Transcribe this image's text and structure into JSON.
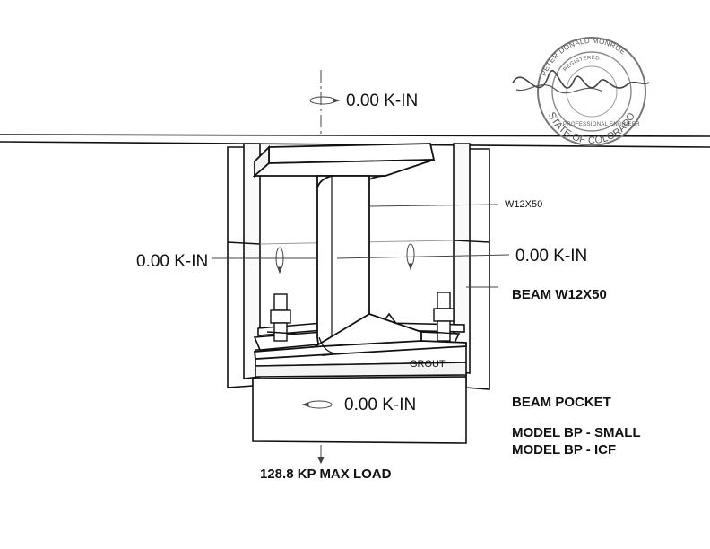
{
  "moments": {
    "top": "0.00 K-IN",
    "left": "0.00 K-IN",
    "right": "0.00 K-IN",
    "bottom": "0.00 K-IN"
  },
  "labels": {
    "beam_callout": "W12X50",
    "grout": "GROUT",
    "beam_title": "BEAM W12X50",
    "pocket_title": "BEAM POCKET",
    "model_small": "MODEL BP - SMALL",
    "model_icf": "MODEL BP - ICF",
    "max_load": "128.8 KP MAX LOAD"
  },
  "seal": {
    "name": "PETER DONALD MONROE",
    "registered": "REGISTERED",
    "profession": "PROFESSIONAL ENGINEER",
    "state": "STATE OF COLORADO"
  }
}
